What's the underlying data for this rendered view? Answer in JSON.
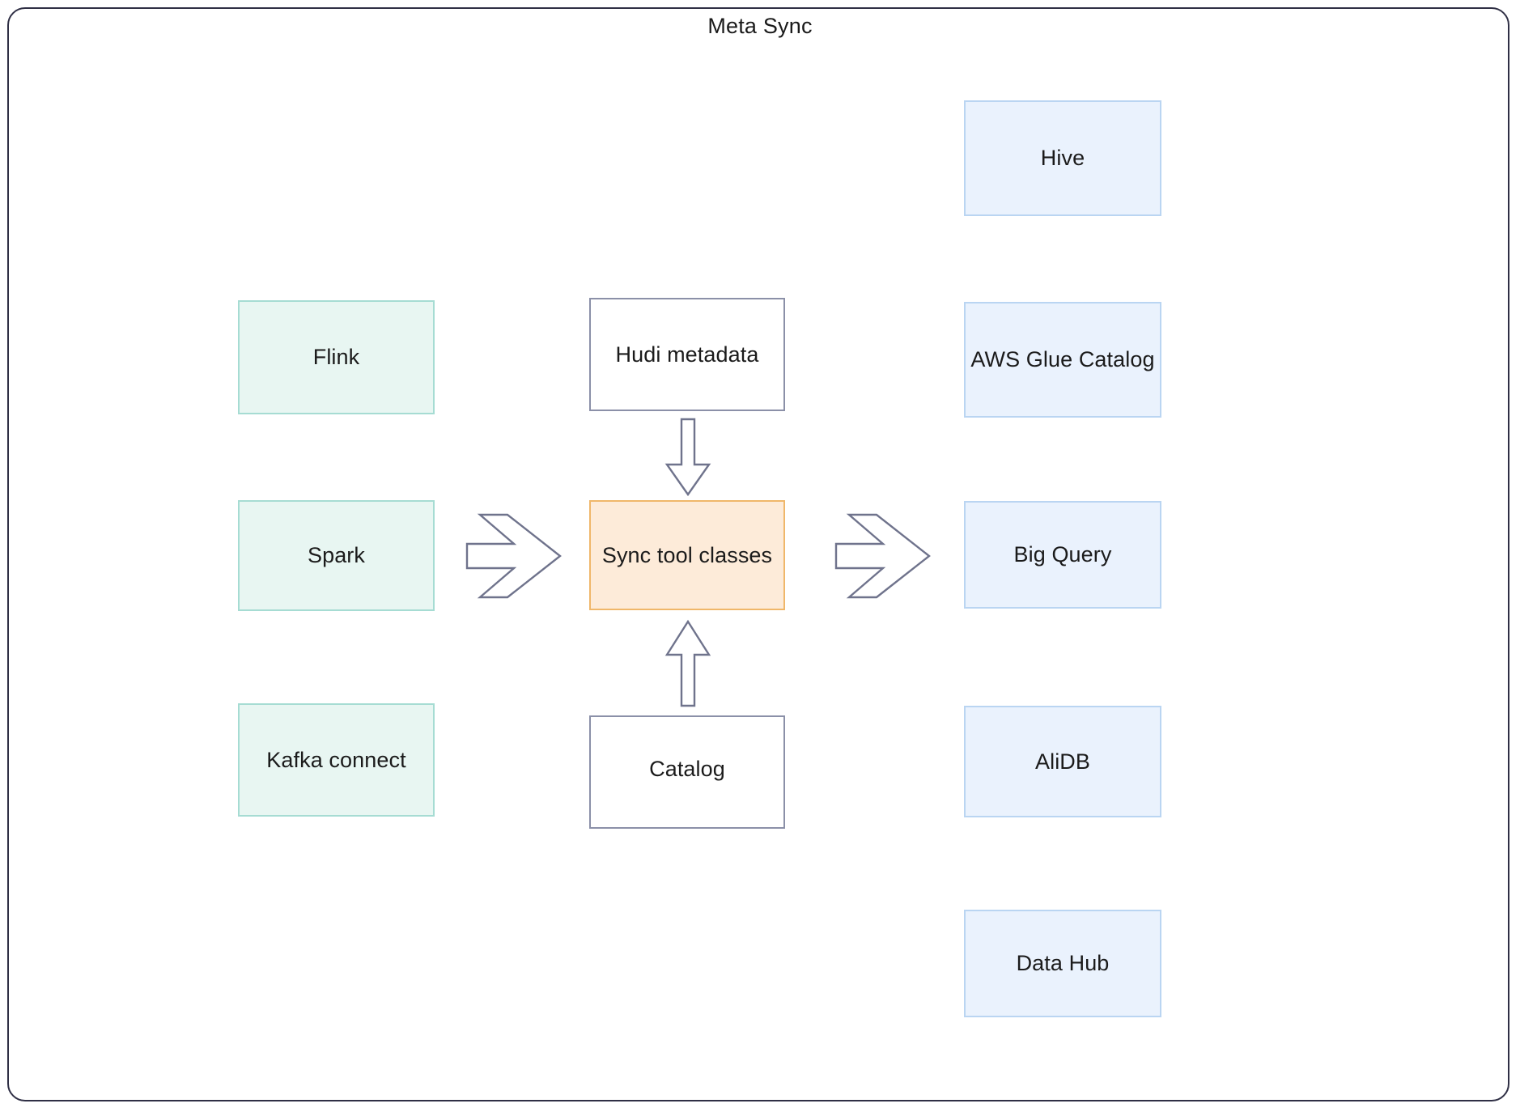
{
  "diagram": {
    "title": "Meta Sync",
    "frame": {
      "border_color": "#2f2f45",
      "background": "#ffffff"
    },
    "palette": {
      "source_fill": "#e8f6f2",
      "source_border": "#a6dcd3",
      "middle_fill": "#ffffff",
      "middle_border": "#8b90a8",
      "central_fill": "#fdebd9",
      "central_border": "#f0b76a",
      "target_fill": "#eaf2fd",
      "target_border": "#bad5f2",
      "arrow_stroke": "#6f738c",
      "text_color": "#1b1b1b"
    },
    "columns": {
      "sources": {
        "role": "engines",
        "nodes": [
          {
            "id": "flink",
            "label": "Flink"
          },
          {
            "id": "spark",
            "label": "Spark"
          },
          {
            "id": "kafka-connect",
            "label": "Kafka connect"
          }
        ]
      },
      "center": {
        "role": "sync",
        "nodes": [
          {
            "id": "hudi-metadata",
            "label": "Hudi metadata"
          },
          {
            "id": "sync-tool-classes",
            "label": "Sync tool classes"
          },
          {
            "id": "catalog",
            "label": "Catalog"
          }
        ]
      },
      "targets": {
        "role": "catalogs",
        "nodes": [
          {
            "id": "hive",
            "label": "Hive"
          },
          {
            "id": "aws-glue-catalog",
            "label": "AWS Glue Catalog"
          },
          {
            "id": "big-query",
            "label": "Big Query"
          },
          {
            "id": "alidb",
            "label": "AliDB"
          },
          {
            "id": "data-hub",
            "label": "Data Hub"
          }
        ]
      }
    },
    "connectors": [
      {
        "id": "sources-to-sync",
        "type": "block-arrow",
        "direction": "right",
        "from": "sources",
        "to": "sync-tool-classes"
      },
      {
        "id": "sync-to-targets",
        "type": "block-arrow",
        "direction": "right",
        "from": "sync-tool-classes",
        "to": "targets"
      },
      {
        "id": "hudi-to-sync",
        "type": "open-arrow",
        "direction": "down",
        "from": "hudi-metadata",
        "to": "sync-tool-classes"
      },
      {
        "id": "catalog-to-sync",
        "type": "open-arrow",
        "direction": "up",
        "from": "catalog",
        "to": "sync-tool-classes"
      }
    ]
  }
}
